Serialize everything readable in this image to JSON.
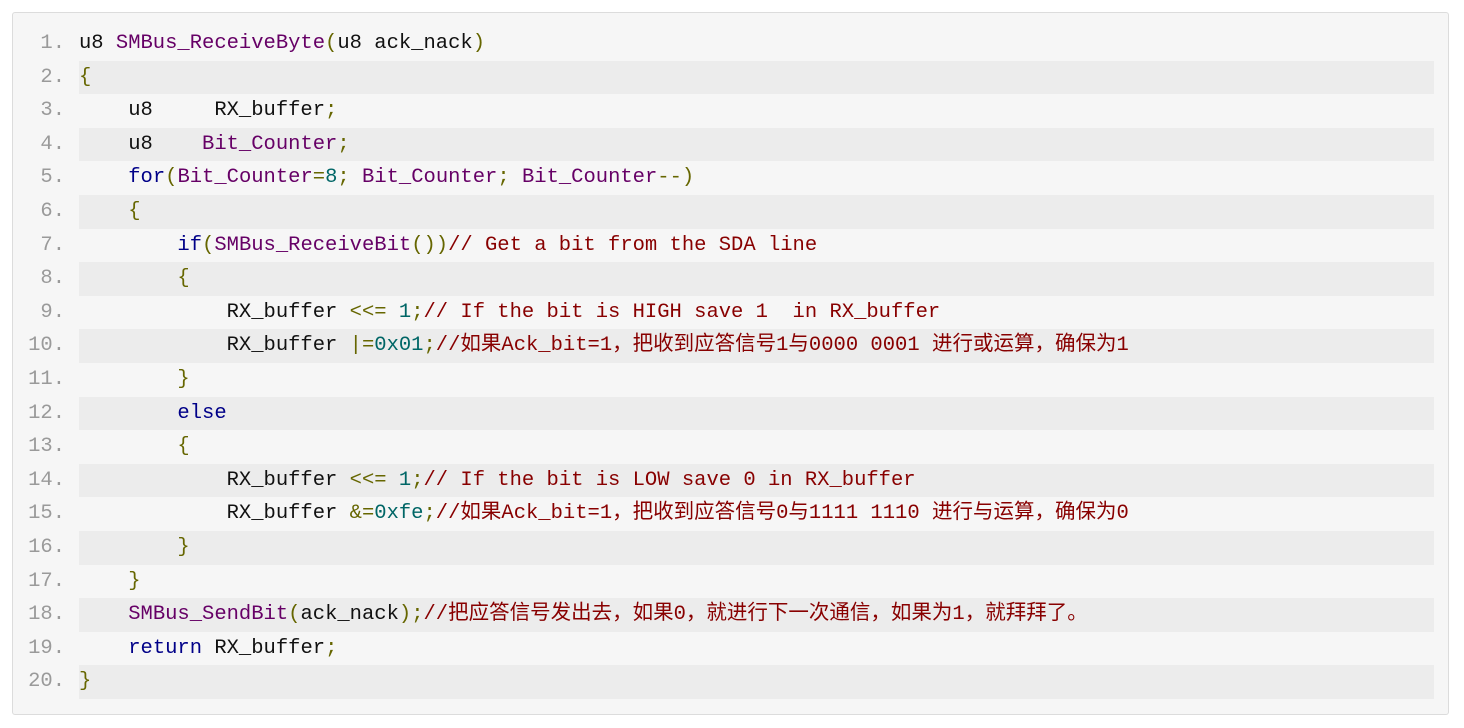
{
  "code_block": {
    "lines": [
      [
        [
          "pln",
          "u8 "
        ],
        [
          "typ",
          "SMBus_ReceiveByte"
        ],
        [
          "pun",
          "("
        ],
        [
          "pln",
          "u8 ack_nack"
        ],
        [
          "pun",
          ")"
        ]
      ],
      [
        [
          "pun",
          "{"
        ]
      ],
      [
        [
          "pln",
          "    u8     RX_buffer"
        ],
        [
          "pun",
          ";"
        ]
      ],
      [
        [
          "pln",
          "    u8    "
        ],
        [
          "typ",
          "Bit_Counter"
        ],
        [
          "pun",
          ";"
        ]
      ],
      [
        [
          "pln",
          "    "
        ],
        [
          "kwd",
          "for"
        ],
        [
          "pun",
          "("
        ],
        [
          "typ",
          "Bit_Counter"
        ],
        [
          "pun",
          "="
        ],
        [
          "lit",
          "8"
        ],
        [
          "pun",
          ";"
        ],
        [
          "pln",
          " "
        ],
        [
          "typ",
          "Bit_Counter"
        ],
        [
          "pun",
          ";"
        ],
        [
          "pln",
          " "
        ],
        [
          "typ",
          "Bit_Counter"
        ],
        [
          "pun",
          "--)"
        ]
      ],
      [
        [
          "pln",
          "    "
        ],
        [
          "pun",
          "{"
        ]
      ],
      [
        [
          "pln",
          "        "
        ],
        [
          "kwd",
          "if"
        ],
        [
          "pun",
          "("
        ],
        [
          "typ",
          "SMBus_ReceiveBit"
        ],
        [
          "pun",
          "())"
        ],
        [
          "com",
          "// Get a bit from the SDA line"
        ]
      ],
      [
        [
          "pln",
          "        "
        ],
        [
          "pun",
          "{"
        ]
      ],
      [
        [
          "pln",
          "            RX_buffer "
        ],
        [
          "pun",
          "<<="
        ],
        [
          "pln",
          " "
        ],
        [
          "lit",
          "1"
        ],
        [
          "pun",
          ";"
        ],
        [
          "com",
          "// If the bit is HIGH save 1  in RX_buffer"
        ]
      ],
      [
        [
          "pln",
          "            RX_buffer "
        ],
        [
          "pun",
          "|="
        ],
        [
          "lit",
          "0x01"
        ],
        [
          "pun",
          ";"
        ],
        [
          "com",
          "//如果Ack_bit=1，把收到应答信号1与0000 0001 进行或运算，确保为1"
        ]
      ],
      [
        [
          "pln",
          "        "
        ],
        [
          "pun",
          "}"
        ]
      ],
      [
        [
          "pln",
          "        "
        ],
        [
          "kwd",
          "else"
        ]
      ],
      [
        [
          "pln",
          "        "
        ],
        [
          "pun",
          "{"
        ]
      ],
      [
        [
          "pln",
          "            RX_buffer "
        ],
        [
          "pun",
          "<<="
        ],
        [
          "pln",
          " "
        ],
        [
          "lit",
          "1"
        ],
        [
          "pun",
          ";"
        ],
        [
          "com",
          "// If the bit is LOW save 0 in RX_buffer"
        ]
      ],
      [
        [
          "pln",
          "            RX_buffer "
        ],
        [
          "pun",
          "&="
        ],
        [
          "lit",
          "0xfe"
        ],
        [
          "pun",
          ";"
        ],
        [
          "com",
          "//如果Ack_bit=1，把收到应答信号0与1111 1110 进行与运算，确保为0"
        ]
      ],
      [
        [
          "pln",
          "        "
        ],
        [
          "pun",
          "}"
        ]
      ],
      [
        [
          "pln",
          "    "
        ],
        [
          "pun",
          "}"
        ]
      ],
      [
        [
          "pln",
          "    "
        ],
        [
          "typ",
          "SMBus_SendBit"
        ],
        [
          "pun",
          "("
        ],
        [
          "pln",
          "ack_nack"
        ],
        [
          "pun",
          ");"
        ],
        [
          "com",
          "//把应答信号发出去，如果0，就进行下一次通信，如果为1，就拜拜了。"
        ]
      ],
      [
        [
          "pln",
          "    "
        ],
        [
          "kwd",
          "return"
        ],
        [
          "pln",
          " RX_buffer"
        ],
        [
          "pun",
          ";"
        ]
      ],
      [
        [
          "pun",
          "}"
        ]
      ]
    ]
  }
}
